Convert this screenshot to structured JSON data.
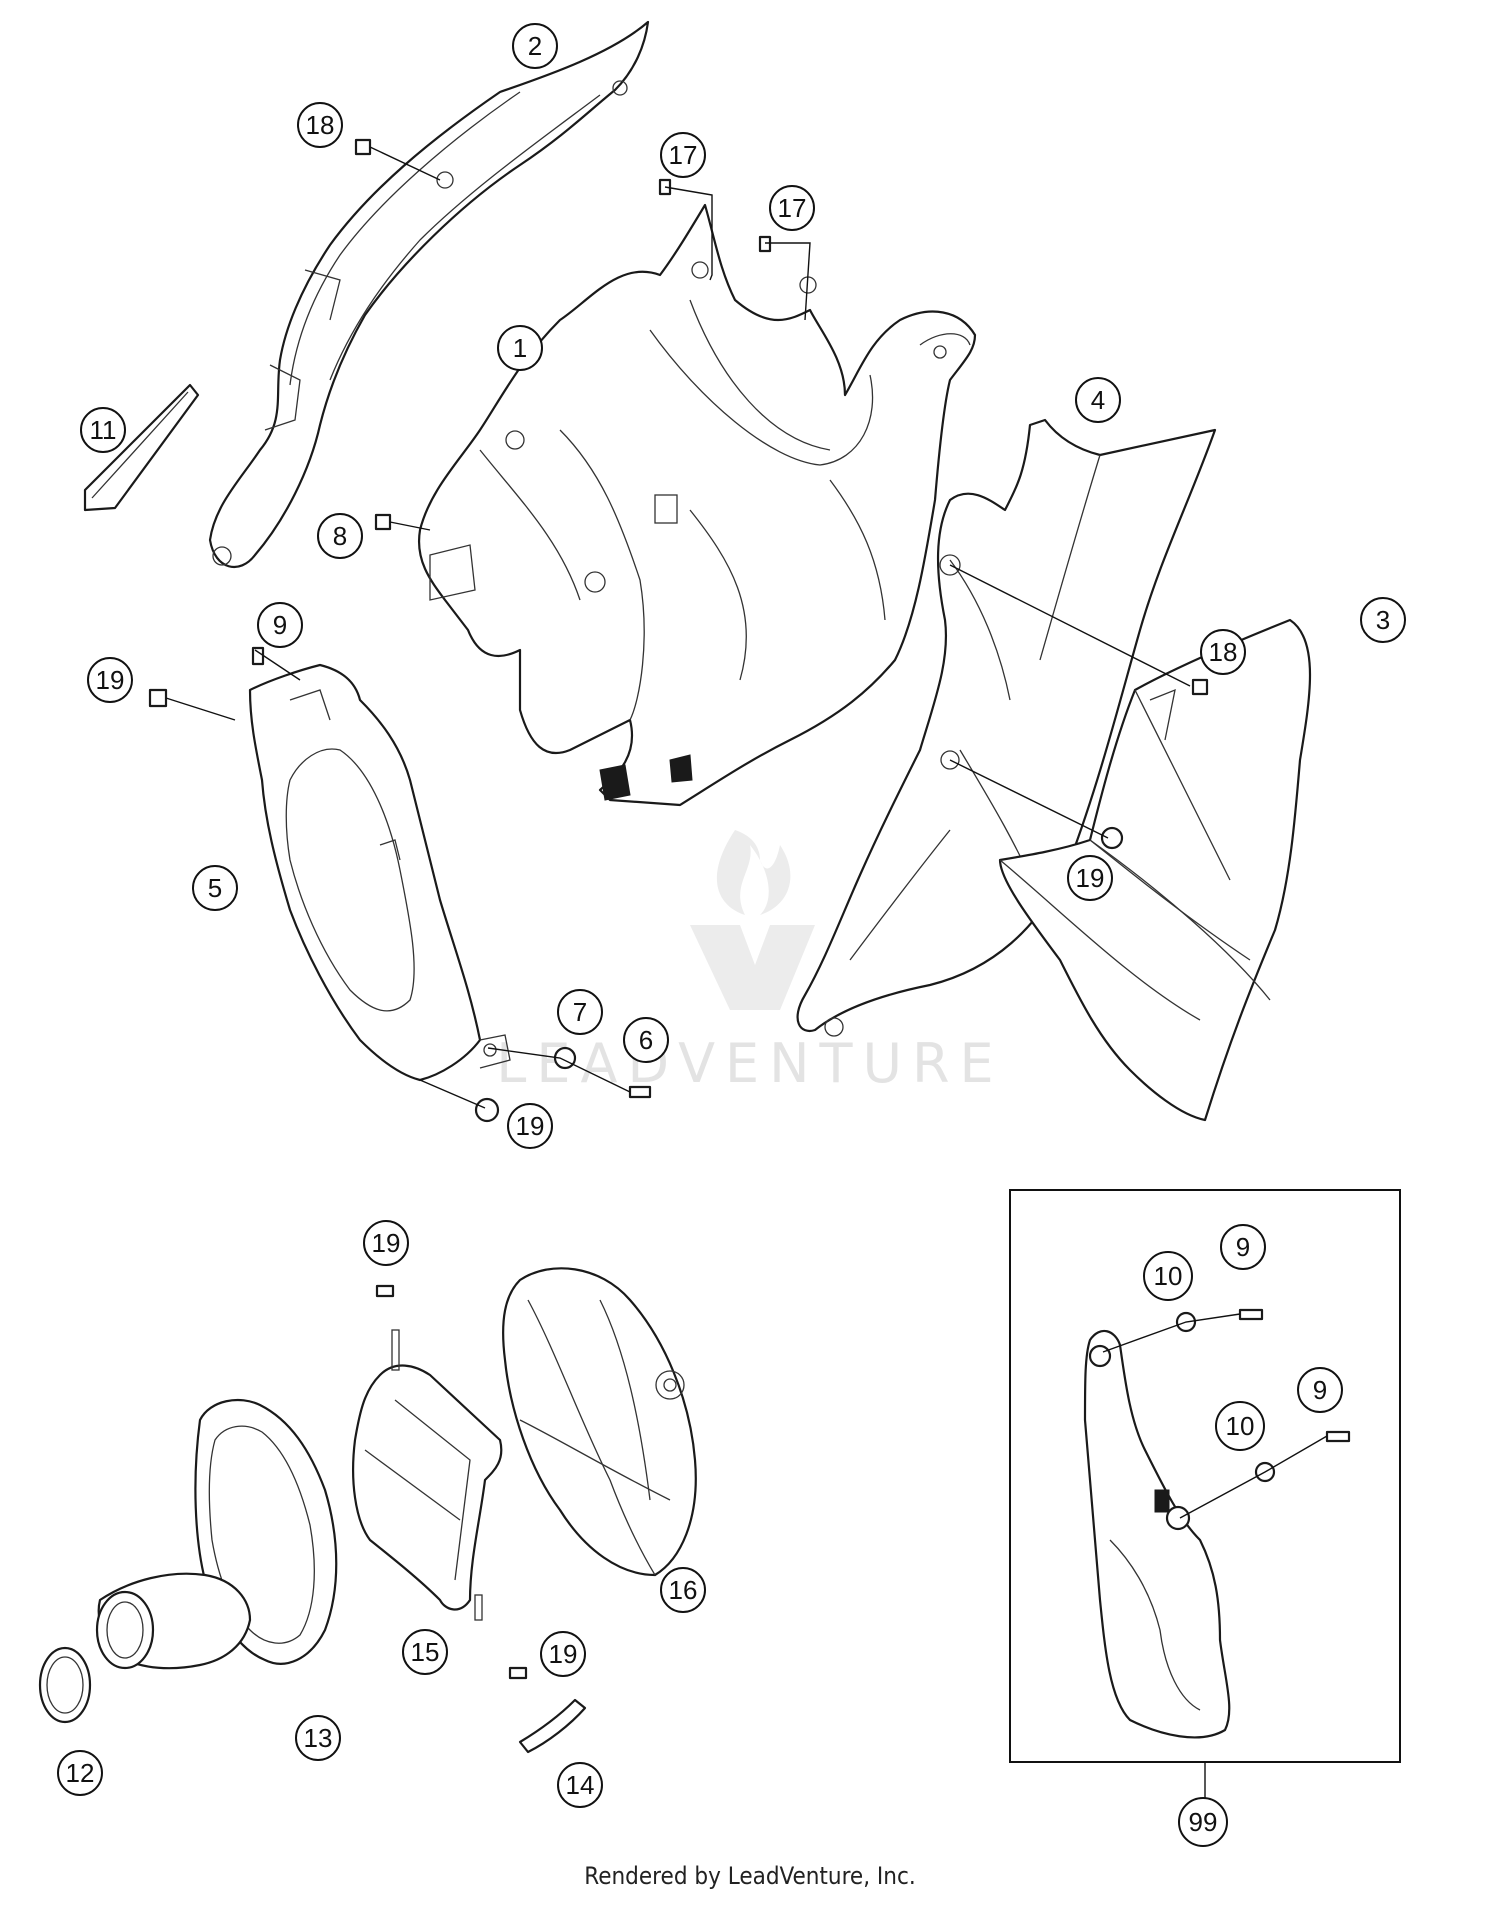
{
  "watermark": {
    "text": "LEADVENTURE"
  },
  "credit": "Rendered by LeadVenture, Inc.",
  "callouts": [
    {
      "id": "c1",
      "label": "1"
    },
    {
      "id": "c2",
      "label": "2"
    },
    {
      "id": "c3",
      "label": "3"
    },
    {
      "id": "c4",
      "label": "4"
    },
    {
      "id": "c5",
      "label": "5"
    },
    {
      "id": "c6",
      "label": "6"
    },
    {
      "id": "c7",
      "label": "7"
    },
    {
      "id": "c8",
      "label": "8"
    },
    {
      "id": "c9a",
      "label": "9"
    },
    {
      "id": "c9b",
      "label": "9"
    },
    {
      "id": "c9c",
      "label": "9"
    },
    {
      "id": "c10a",
      "label": "10"
    },
    {
      "id": "c10b",
      "label": "10"
    },
    {
      "id": "c11",
      "label": "11"
    },
    {
      "id": "c12",
      "label": "12"
    },
    {
      "id": "c13",
      "label": "13"
    },
    {
      "id": "c14",
      "label": "14"
    },
    {
      "id": "c15",
      "label": "15"
    },
    {
      "id": "c16",
      "label": "16"
    },
    {
      "id": "c17a",
      "label": "17"
    },
    {
      "id": "c17b",
      "label": "17"
    },
    {
      "id": "c18a",
      "label": "18"
    },
    {
      "id": "c18b",
      "label": "18"
    },
    {
      "id": "c19a",
      "label": "19"
    },
    {
      "id": "c19b",
      "label": "19"
    },
    {
      "id": "c19c",
      "label": "19"
    },
    {
      "id": "c19d",
      "label": "19"
    },
    {
      "id": "c19e",
      "label": "19"
    },
    {
      "id": "c99",
      "label": "99"
    }
  ]
}
